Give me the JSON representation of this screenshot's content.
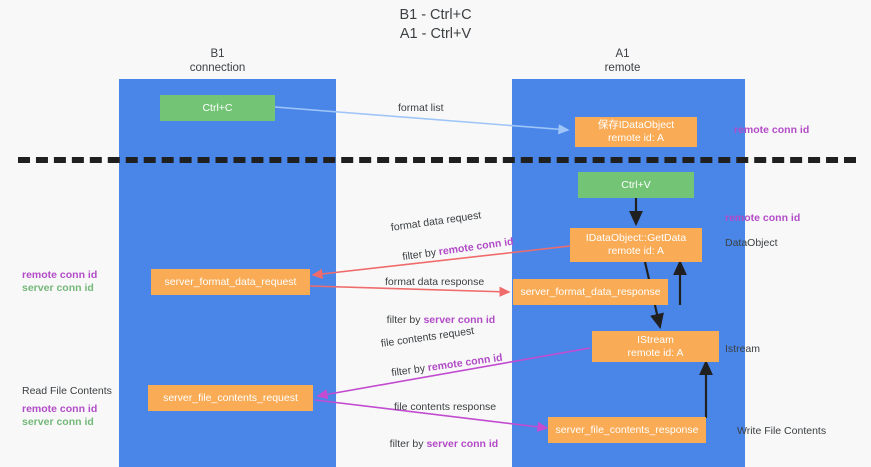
{
  "title": "B1 - Ctrl+C\nA1 - Ctrl+V",
  "columns": [
    {
      "name": "b1",
      "label": "B1\nconnection"
    },
    {
      "name": "a1",
      "label": "A1\nremote"
    }
  ],
  "nodes": [
    {
      "id": "ctrl-c",
      "lane": "b1",
      "color": "green",
      "line1": "Ctrl+C",
      "line2": ""
    },
    {
      "id": "save-idataobject",
      "lane": "a1",
      "color": "orange",
      "line1": "保存IDataObject",
      "line2": "remote id: A"
    },
    {
      "id": "ctrl-v",
      "lane": "a1",
      "color": "green",
      "line1": "Ctrl+V",
      "line2": ""
    },
    {
      "id": "idataobject-getdata",
      "lane": "a1",
      "color": "orange",
      "line1": "IDataObject::GetData",
      "line2": "remote id: A"
    },
    {
      "id": "server-format-data-request",
      "lane": "b1",
      "color": "orange",
      "line1": "server_format_data_request",
      "line2": ""
    },
    {
      "id": "server-format-data-response",
      "lane": "a1",
      "color": "orange",
      "line1": "server_format_data_response",
      "line2": ""
    },
    {
      "id": "istream",
      "lane": "a1",
      "color": "orange",
      "line1": "IStream",
      "line2": "remote id: A"
    },
    {
      "id": "server-file-contents-request",
      "lane": "b1",
      "color": "orange",
      "line1": "server_file_contents_request",
      "line2": ""
    },
    {
      "id": "server-file-contents-response",
      "lane": "a1",
      "color": "orange",
      "line1": "server_file_contents_response",
      "line2": ""
    }
  ],
  "edge_labels": {
    "format_list": "format list",
    "format_data_request": "format data request",
    "format_data_request_filter_prefix": "filter by ",
    "format_data_request_filter_key": "remote conn id",
    "format_data_response": "format data response",
    "format_data_response_filter_prefix": "filter by ",
    "format_data_response_filter_key": "server conn id",
    "file_contents_request": "file contents request",
    "file_contents_request_filter_prefix": "filter by ",
    "file_contents_request_filter_key": "remote conn id",
    "file_contents_response": "file contents response",
    "file_contents_response_filter_prefix": "filter by ",
    "file_contents_response_filter_key": "server conn id"
  },
  "annotations": {
    "left_mid_remote": "remote conn id",
    "left_mid_server": "server conn id",
    "left_read_file_contents": "Read File Contents",
    "left_bottom_remote": "remote conn id",
    "left_bottom_server": "server conn id",
    "right_top_remote": "remote conn id",
    "right_mid_remote": "remote conn id",
    "right_dataobject": "DataObject",
    "right_istream": "Istream",
    "right_write_file_contents": "Write File Contents"
  },
  "colors": {
    "lane": "#4a86e8",
    "node_orange": "#f9ab55",
    "node_green": "#74c476",
    "purple": "#b24bc7",
    "green_text": "#74b87a",
    "arrow_lightblue": "#9fc5f8",
    "arrow_red": "#f06b6b",
    "arrow_magenta": "#c24bd0",
    "arrow_black": "#202020",
    "background": "#f8f8f8"
  }
}
